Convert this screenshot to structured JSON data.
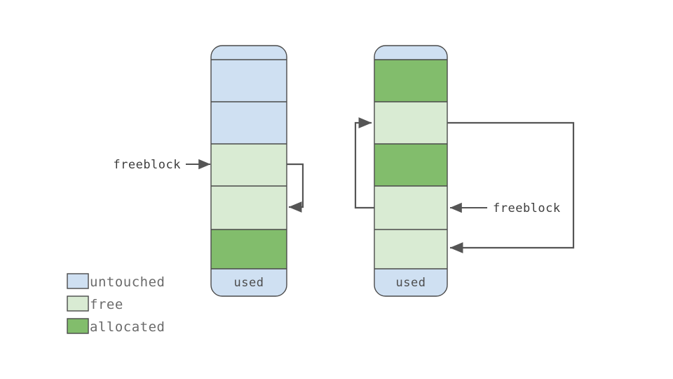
{
  "figure": {
    "title": "",
    "background_color": "#ffffff"
  },
  "colors": {
    "untouched": "#cfe0f2",
    "free": "#d9ebd3",
    "allocated": "#82bd6c",
    "stroke": "#4a4a4a",
    "connector": "#555555",
    "legend_text": "#6b6b6b",
    "label_text": "#3d3d3d"
  },
  "legend": {
    "items": [
      {
        "label": "untouched",
        "color_key": "untouched",
        "swatch": "#cfe0f2"
      },
      {
        "label": "free",
        "color_key": "free",
        "swatch": "#d9ebd3"
      },
      {
        "label": "allocated",
        "color_key": "allocated",
        "swatch": "#82bd6c"
      }
    ]
  },
  "diagrams": [
    {
      "name": "left-heap-column",
      "footer_label": "used",
      "segments": [
        {
          "index": 0,
          "state": "untouched",
          "label": ""
        },
        {
          "index": 1,
          "state": "untouched",
          "label": ""
        },
        {
          "index": 2,
          "state": "free",
          "label": ""
        },
        {
          "index": 3,
          "state": "free",
          "label": ""
        },
        {
          "index": 4,
          "state": "allocated",
          "label": ""
        },
        {
          "index": 5,
          "state": "untouched",
          "label": "used"
        }
      ],
      "annotations": [
        {
          "name": "freeblock-pointer",
          "text": "freeblock",
          "side": "left",
          "target_segment": 2
        }
      ],
      "links": [
        {
          "name": "free-list-link",
          "from_segment": 2,
          "to_segment": 3,
          "side": "right"
        }
      ]
    },
    {
      "name": "right-heap-column",
      "footer_label": "used",
      "segments": [
        {
          "index": 0,
          "state": "allocated",
          "label": ""
        },
        {
          "index": 1,
          "state": "free",
          "label": ""
        },
        {
          "index": 2,
          "state": "allocated",
          "label": ""
        },
        {
          "index": 3,
          "state": "free",
          "label": ""
        },
        {
          "index": 4,
          "state": "free",
          "label": ""
        },
        {
          "index": 5,
          "state": "untouched",
          "label": "used"
        }
      ],
      "annotations": [
        {
          "name": "freeblock-pointer",
          "text": "freeblock",
          "side": "right",
          "target_segment": 3
        }
      ],
      "links": [
        {
          "name": "free-list-link-back",
          "from_segment": 3,
          "to_segment": 1,
          "side": "left"
        },
        {
          "name": "free-list-link-forward",
          "from_segment": 1,
          "to_segment": 4,
          "side": "right"
        }
      ]
    }
  ]
}
